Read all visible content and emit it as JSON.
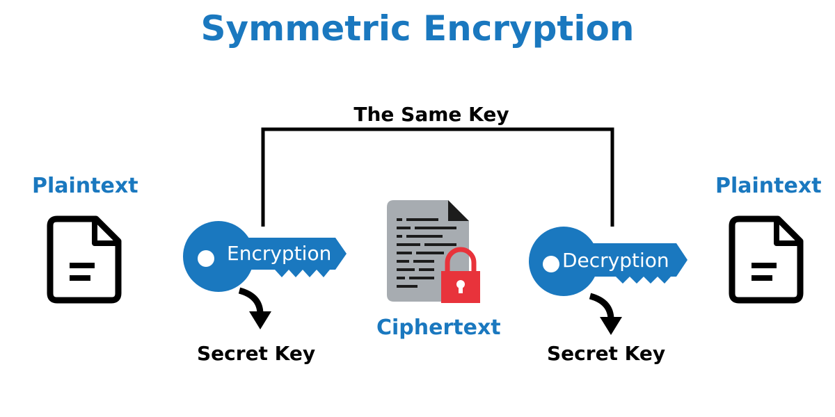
{
  "title": "Symmetric Encryption",
  "same_key_label": "The Same Key",
  "left": {
    "label": "Plaintext",
    "icon": "document-icon"
  },
  "encryption_key": {
    "label": "Encryption",
    "caption": "Secret Key",
    "icon": "key-icon"
  },
  "ciphertext": {
    "label": "Ciphertext",
    "icon": "locked-document-icon"
  },
  "decryption_key": {
    "label": "Decryption",
    "caption": "Secret Key",
    "icon": "key-icon"
  },
  "right": {
    "label": "Plaintext",
    "icon": "document-icon"
  },
  "colors": {
    "accent_blue": "#1a78bf",
    "doc_gray": "#a7acb1",
    "lock_red": "#e8333b",
    "line_black": "#000000"
  }
}
